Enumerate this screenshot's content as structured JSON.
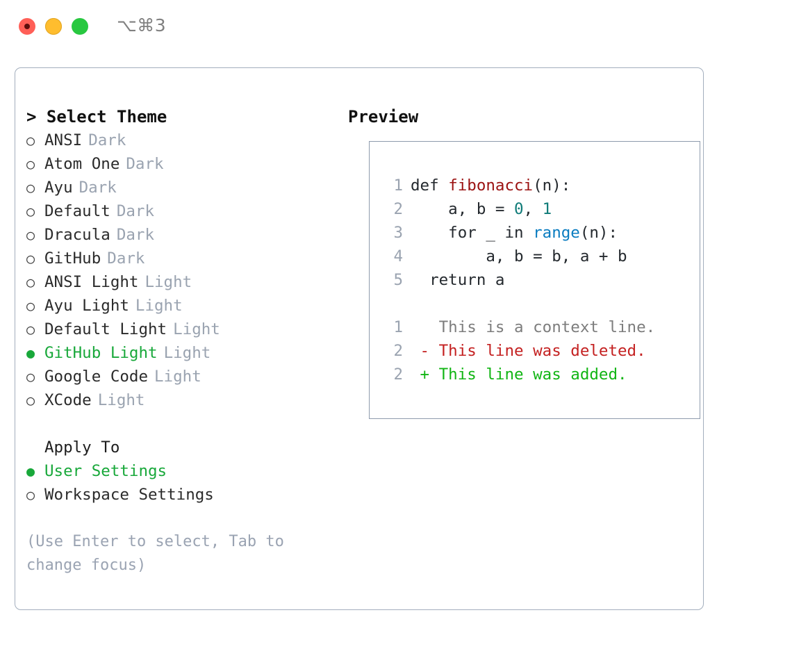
{
  "titlebar": {
    "shortcut": "⌥⌘3",
    "dots": [
      {
        "name": "close",
        "color": "#ff5f57"
      },
      {
        "name": "minimize",
        "color": "#ffbd2e"
      },
      {
        "name": "maximize",
        "color": "#28c840"
      }
    ]
  },
  "theme_picker": {
    "heading": "> Select Theme",
    "options": [
      {
        "bullet": "○",
        "label": "ANSI",
        "tag": "Dark",
        "selected": false
      },
      {
        "bullet": "○",
        "label": "Atom One",
        "tag": "Dark",
        "selected": false
      },
      {
        "bullet": "○",
        "label": "Ayu",
        "tag": "Dark",
        "selected": false
      },
      {
        "bullet": "○",
        "label": "Default",
        "tag": "Dark",
        "selected": false
      },
      {
        "bullet": "○",
        "label": "Dracula",
        "tag": "Dark",
        "selected": false
      },
      {
        "bullet": "○",
        "label": "GitHub",
        "tag": "Dark",
        "selected": false
      },
      {
        "bullet": "○",
        "label": "ANSI Light",
        "tag": "Light",
        "selected": false
      },
      {
        "bullet": "○",
        "label": "Ayu Light",
        "tag": "Light",
        "selected": false
      },
      {
        "bullet": "○",
        "label": "Default Light",
        "tag": "Light",
        "selected": false
      },
      {
        "bullet": "●",
        "label": "GitHub Light",
        "tag": "Light",
        "selected": true
      },
      {
        "bullet": "○",
        "label": "Google Code",
        "tag": "Light",
        "selected": false
      },
      {
        "bullet": "○",
        "label": "XCode",
        "tag": "Light",
        "selected": false
      }
    ]
  },
  "apply_to": {
    "heading": "Apply To",
    "options": [
      {
        "bullet": "●",
        "label": "User Settings",
        "selected": true
      },
      {
        "bullet": "○",
        "label": "Workspace Settings",
        "selected": false
      }
    ]
  },
  "hint": "(Use Enter to select, Tab to change focus)",
  "preview": {
    "heading": "Preview",
    "code_lines": [
      {
        "no": "1",
        "tokens": [
          {
            "t": "def ",
            "c": "plain"
          },
          {
            "t": "fibonacci",
            "c": "fn"
          },
          {
            "t": "(n):",
            "c": "plain"
          }
        ]
      },
      {
        "no": "2",
        "tokens": [
          {
            "t": "    a, b = ",
            "c": "plain"
          },
          {
            "t": "0",
            "c": "num"
          },
          {
            "t": ", ",
            "c": "plain"
          },
          {
            "t": "1",
            "c": "num"
          }
        ]
      },
      {
        "no": "3",
        "tokens": [
          {
            "t": "    for _ in ",
            "c": "plain"
          },
          {
            "t": "range",
            "c": "bi"
          },
          {
            "t": "(n):",
            "c": "plain"
          }
        ]
      },
      {
        "no": "4",
        "tokens": [
          {
            "t": "        a, b = b, a + b",
            "c": "plain"
          }
        ]
      },
      {
        "no": "5",
        "tokens": [
          {
            "t": "  return a",
            "c": "plain"
          }
        ]
      }
    ],
    "diff_lines": [
      {
        "no": "1",
        "marker": "  ",
        "text": "This is a context line.",
        "kind": "ctx"
      },
      {
        "no": "2",
        "marker": "- ",
        "text": "This line was deleted.",
        "kind": "del"
      },
      {
        "no": "2",
        "marker": "+ ",
        "text": "This line was added.",
        "kind": "add"
      }
    ]
  },
  "colors": {
    "accent_green": "#18a83a",
    "muted": "#9aa3b0",
    "panel_border": "#a3aebd",
    "code_border": "#8e9bad",
    "diff_add": "#11b514",
    "diff_del": "#c42121",
    "token_function": "#9b1212",
    "token_number": "#0f7b78",
    "token_builtin": "#0a7cc0"
  }
}
